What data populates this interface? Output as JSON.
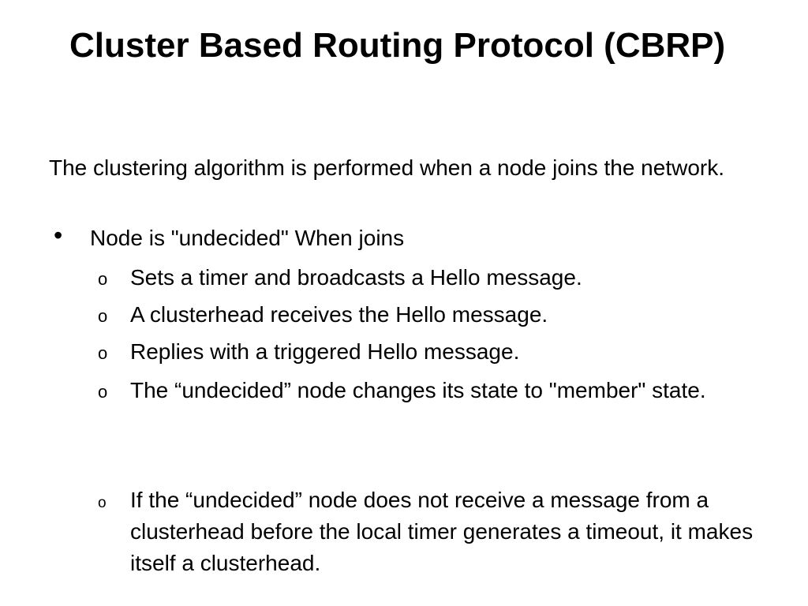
{
  "slide": {
    "title": "Cluster Based Routing Protocol (CBRP)",
    "intro": "The clustering algorithm is performed when a node joins the network.",
    "bullet": {
      "marker": "•",
      "text": "Node is \"undecided\" When joins"
    },
    "sub_marker": "o",
    "sub_items": [
      "Sets a timer and broadcasts a Hello message.",
      "A clusterhead receives the Hello message.",
      "Replies with a triggered Hello message.",
      "The “undecided” node changes its state to \"member\" state.",
      "If the “undecided” node does not receive a message from a clusterhead before the local timer generates a timeout, it makes itself a clusterhead."
    ]
  }
}
